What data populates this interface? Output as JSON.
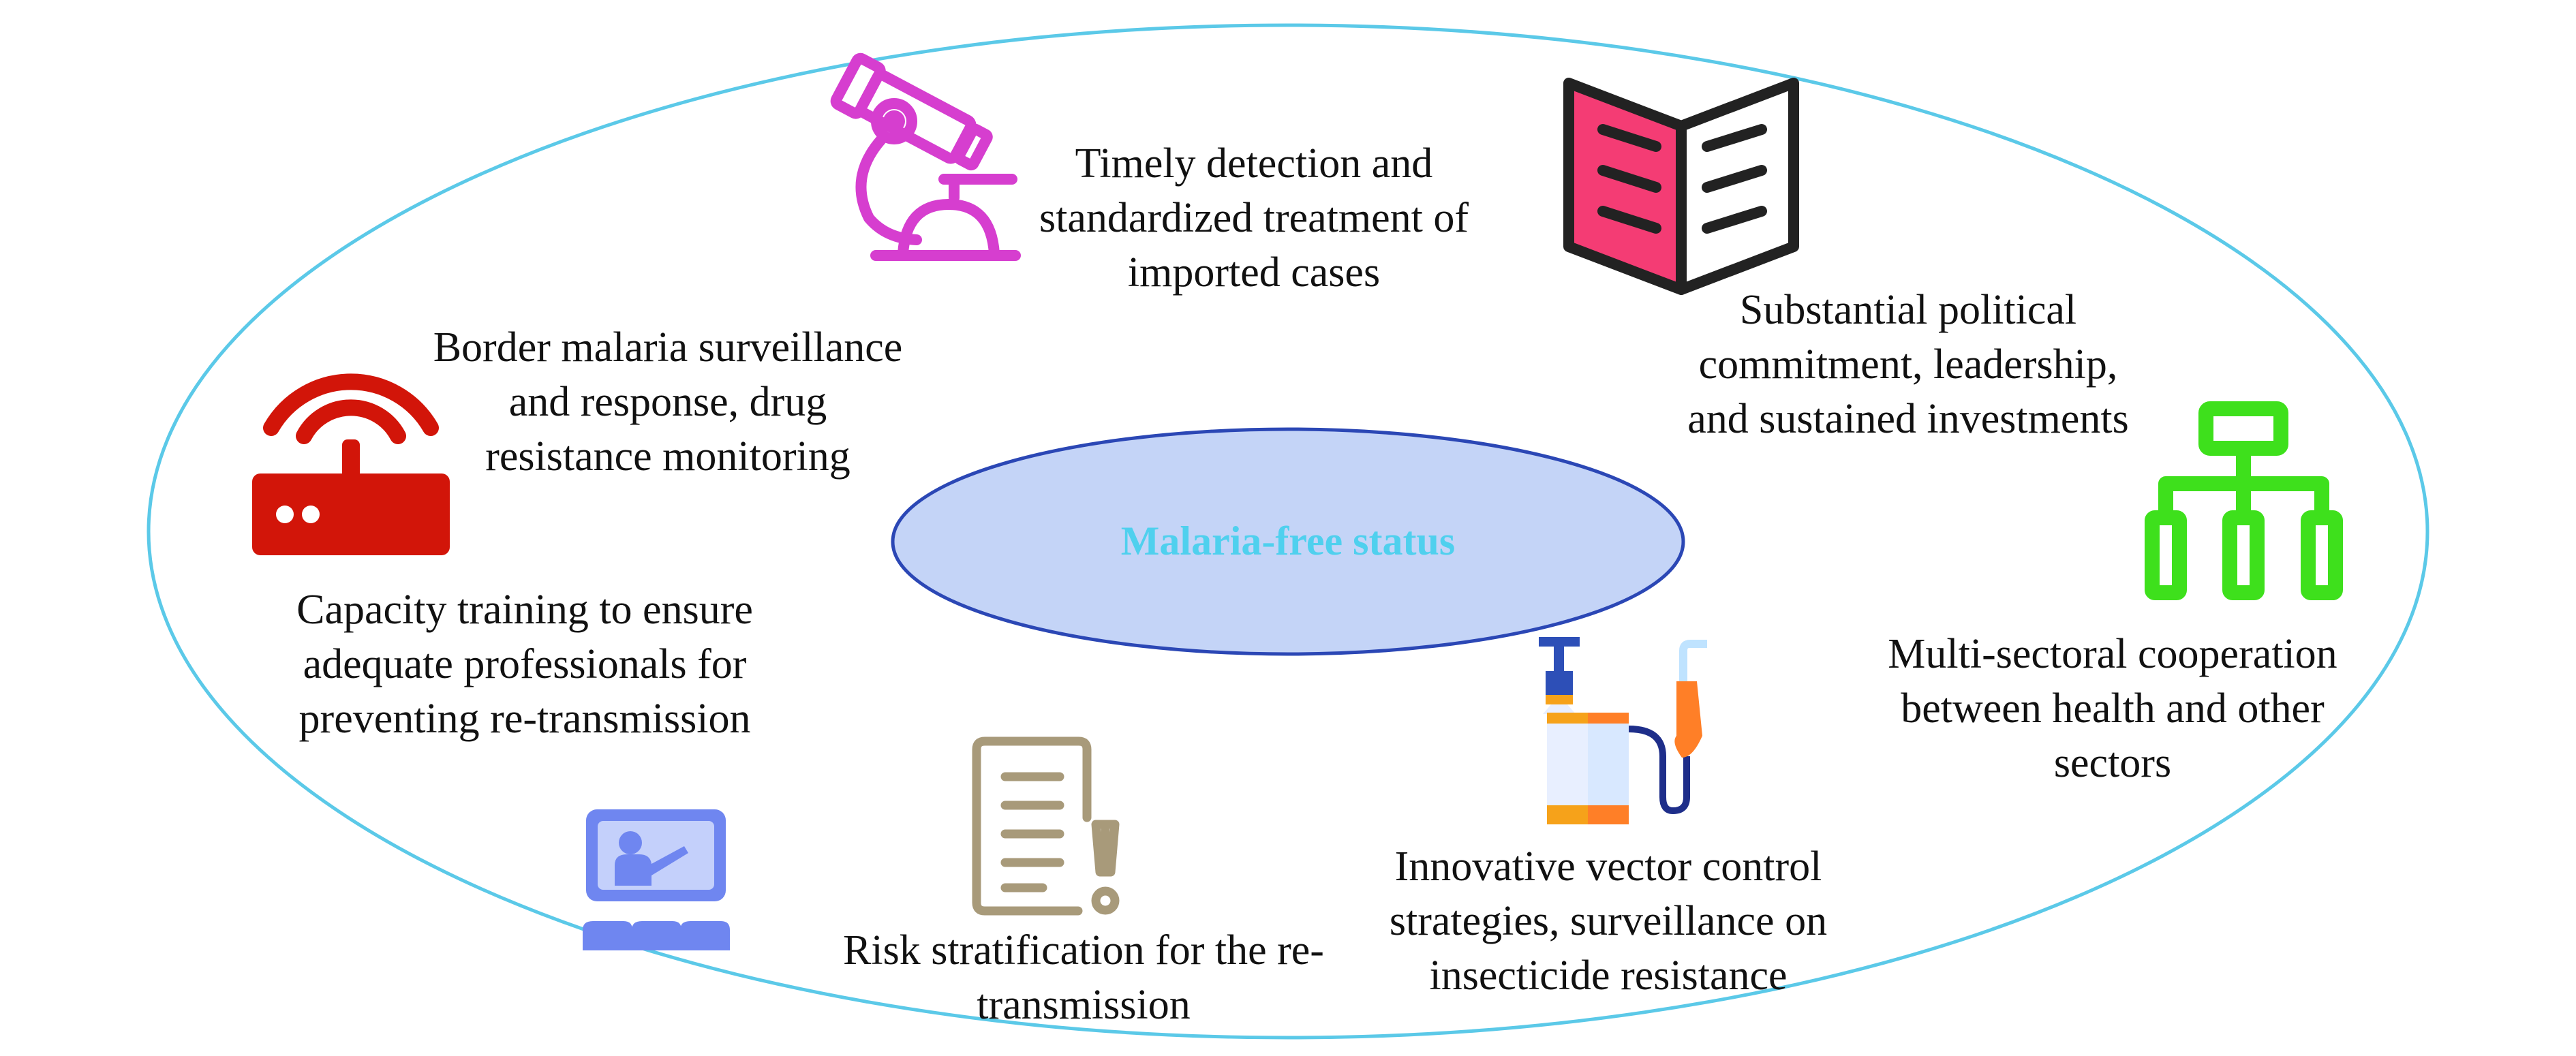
{
  "center": {
    "label": "Malaria-free status"
  },
  "strategies": {
    "detection": {
      "lines": [
        "Timely detection and",
        "standardized treatment of",
        "imported cases"
      ],
      "icon": "microscope-icon"
    },
    "political": {
      "lines": [
        "Substantial political",
        "commitment, leadership,",
        "and sustained investments"
      ],
      "icon": "open-book-icon"
    },
    "border": {
      "lines": [
        "Border malaria surveillance",
        "and response, drug",
        "resistance monitoring"
      ],
      "icon": "router-icon"
    },
    "multisectoral": {
      "lines": [
        "Multi-sectoral cooperation",
        "between health and other",
        "sectors"
      ],
      "icon": "hierarchy-icon"
    },
    "capacity": {
      "lines": [
        "Capacity training to ensure",
        "adequate professionals for",
        "preventing re-transmission"
      ],
      "icon": "training-presentation-icon"
    },
    "vector": {
      "lines": [
        "Innovative vector control",
        "strategies, surveillance on",
        "insecticide resistance"
      ],
      "icon": "sprayer-icon"
    },
    "risk": {
      "lines": [
        "Risk stratification for the re-",
        "transmission"
      ],
      "icon": "document-alert-icon"
    }
  },
  "colors": {
    "outer_ellipse": "#5bc9e8",
    "inner_fill": "#c4d4f7",
    "inner_stroke": "#2b47b5",
    "center_text": "#4fd0ee",
    "microscope": "#d63ecf",
    "book_page": "#f43c74",
    "router": "#d21509",
    "hierarchy": "#3ee01c",
    "training": "#6f86f0",
    "document": "#a89a7a"
  }
}
